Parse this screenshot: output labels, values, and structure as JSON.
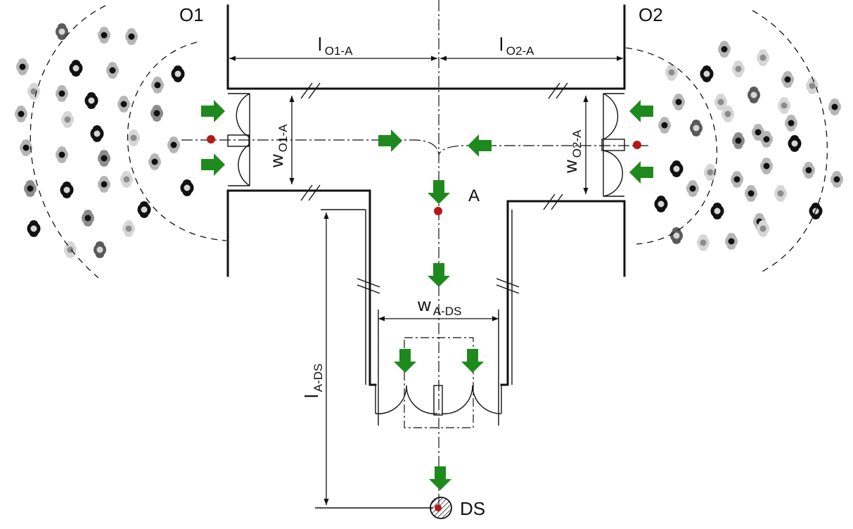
{
  "labels": {
    "origin_1": "O1",
    "origin_2": "O2",
    "junction": "A",
    "destination": "DS",
    "length_o1_a": {
      "main": "l",
      "sub": "O1-A"
    },
    "length_o2_a": {
      "main": "l",
      "sub": "O2-A"
    },
    "width_o1_a": {
      "main": "w",
      "sub": "O1-A"
    },
    "width_o2_a": {
      "main": "w",
      "sub": "O2-A"
    },
    "width_a_ds": {
      "main": "w",
      "sub": "A-DS"
    },
    "length_a_ds": {
      "main": "l",
      "sub": "A-DS"
    }
  },
  "colors": {
    "flow_arrow": "#1e8a1e",
    "node_dot": "#b21a1a",
    "walls": "#111111",
    "crowd_tones": [
      "#111111",
      "#5a5a5a",
      "#8c8c8c",
      "#b5b5b5",
      "#d6d6d6"
    ]
  },
  "icons": {
    "flow_arrow": "green-arrow-icon",
    "node": "red-dot-icon",
    "pedestrian": "pedestrian-icon",
    "destination_symbol": "hatched-circle-icon"
  }
}
